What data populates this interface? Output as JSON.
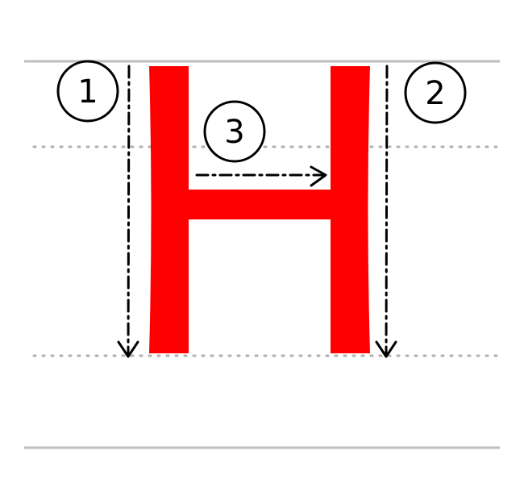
{
  "colors": {
    "letter": "#ff0000",
    "guide_solid": "#bdbdbd",
    "guide_dotted": "#b0b0b0",
    "stroke_arrow": "#000000",
    "circle_outline": "#000000",
    "background": "#ffffff"
  },
  "letter": "H",
  "strokes": [
    {
      "number": "1",
      "direction": "down"
    },
    {
      "number": "2",
      "direction": "down"
    },
    {
      "number": "3",
      "direction": "right"
    }
  ]
}
